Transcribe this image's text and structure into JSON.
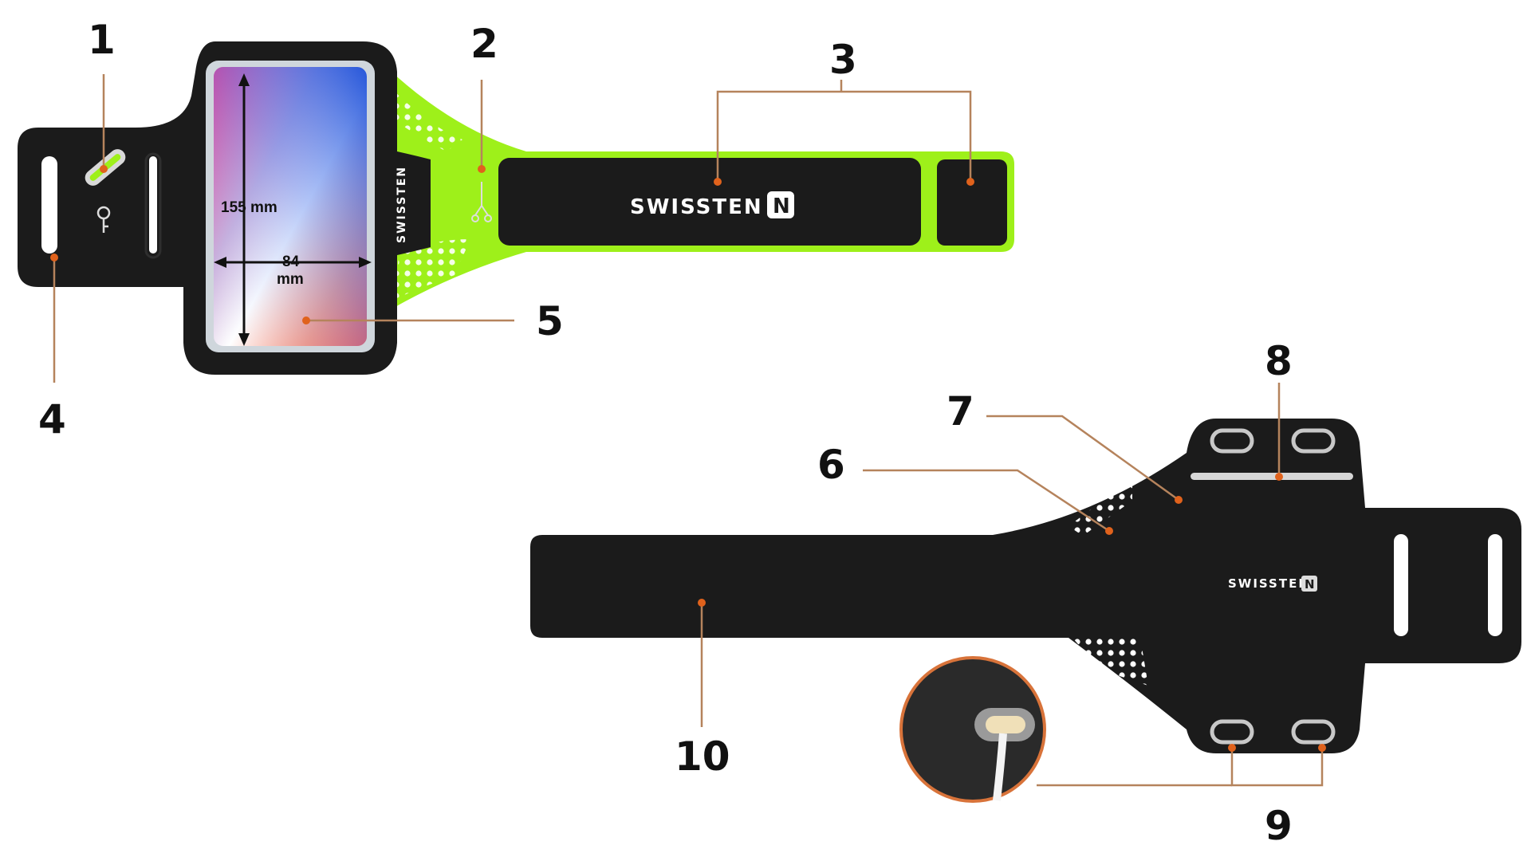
{
  "brand": {
    "name": "SWISSTEN",
    "mark": "N"
  },
  "dimensions": {
    "height": "155 mm",
    "width_value": "84",
    "width_unit": "mm"
  },
  "callouts": [
    "1",
    "2",
    "3",
    "4",
    "5",
    "6",
    "7",
    "8",
    "9",
    "10"
  ],
  "colors": {
    "neoprene": "#1b1b1b",
    "accent_lime": "#9ef01a",
    "callout_dot": "#e0621c",
    "leader_line": "#b5835c"
  },
  "icons": {
    "key_symbol": "key-icon",
    "earphone_symbol": "earphone-icon"
  }
}
